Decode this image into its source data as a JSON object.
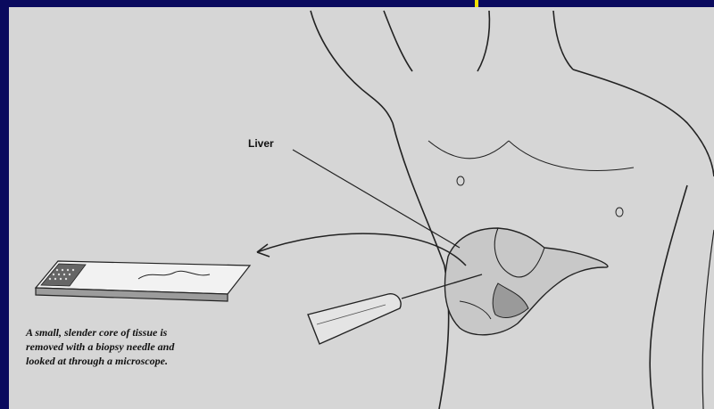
{
  "diagram": {
    "labels": {
      "liver": "Liver"
    },
    "caption": [
      "A small, slender core of tissue is",
      "removed with a biopsy needle and",
      "looked at through a microscope."
    ],
    "colors": {
      "frame": "#0a0a5e",
      "panel": "#d6d6d6",
      "marker": "#f0e000",
      "ink": "#111111"
    }
  }
}
